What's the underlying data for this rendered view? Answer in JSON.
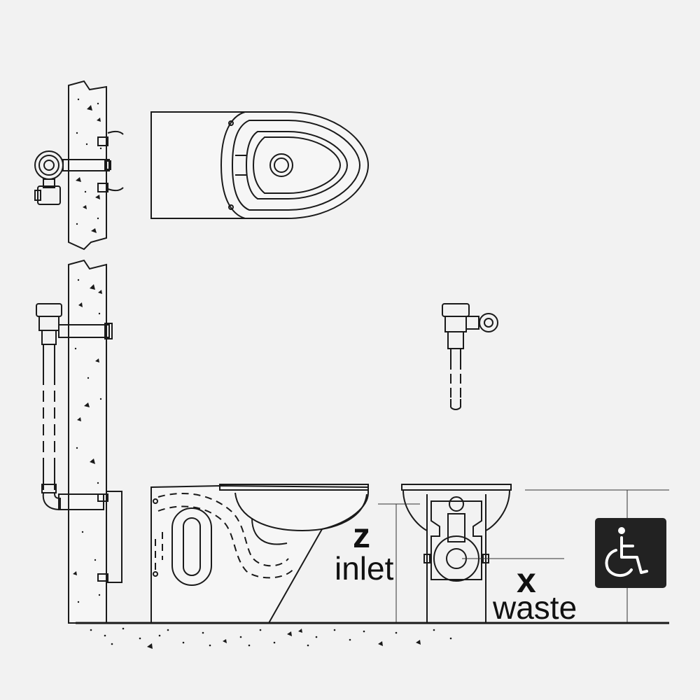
{
  "labels": {
    "z_letter": "z",
    "z_word": "inlet",
    "x_letter": "x",
    "x_word": "waste"
  },
  "badge": {
    "icon": "wheelchair-accessible-icon",
    "background": "#222222",
    "foreground": "#ffffff"
  },
  "colors": {
    "background": "#f2f2f2",
    "line": "#1a1a1a"
  }
}
